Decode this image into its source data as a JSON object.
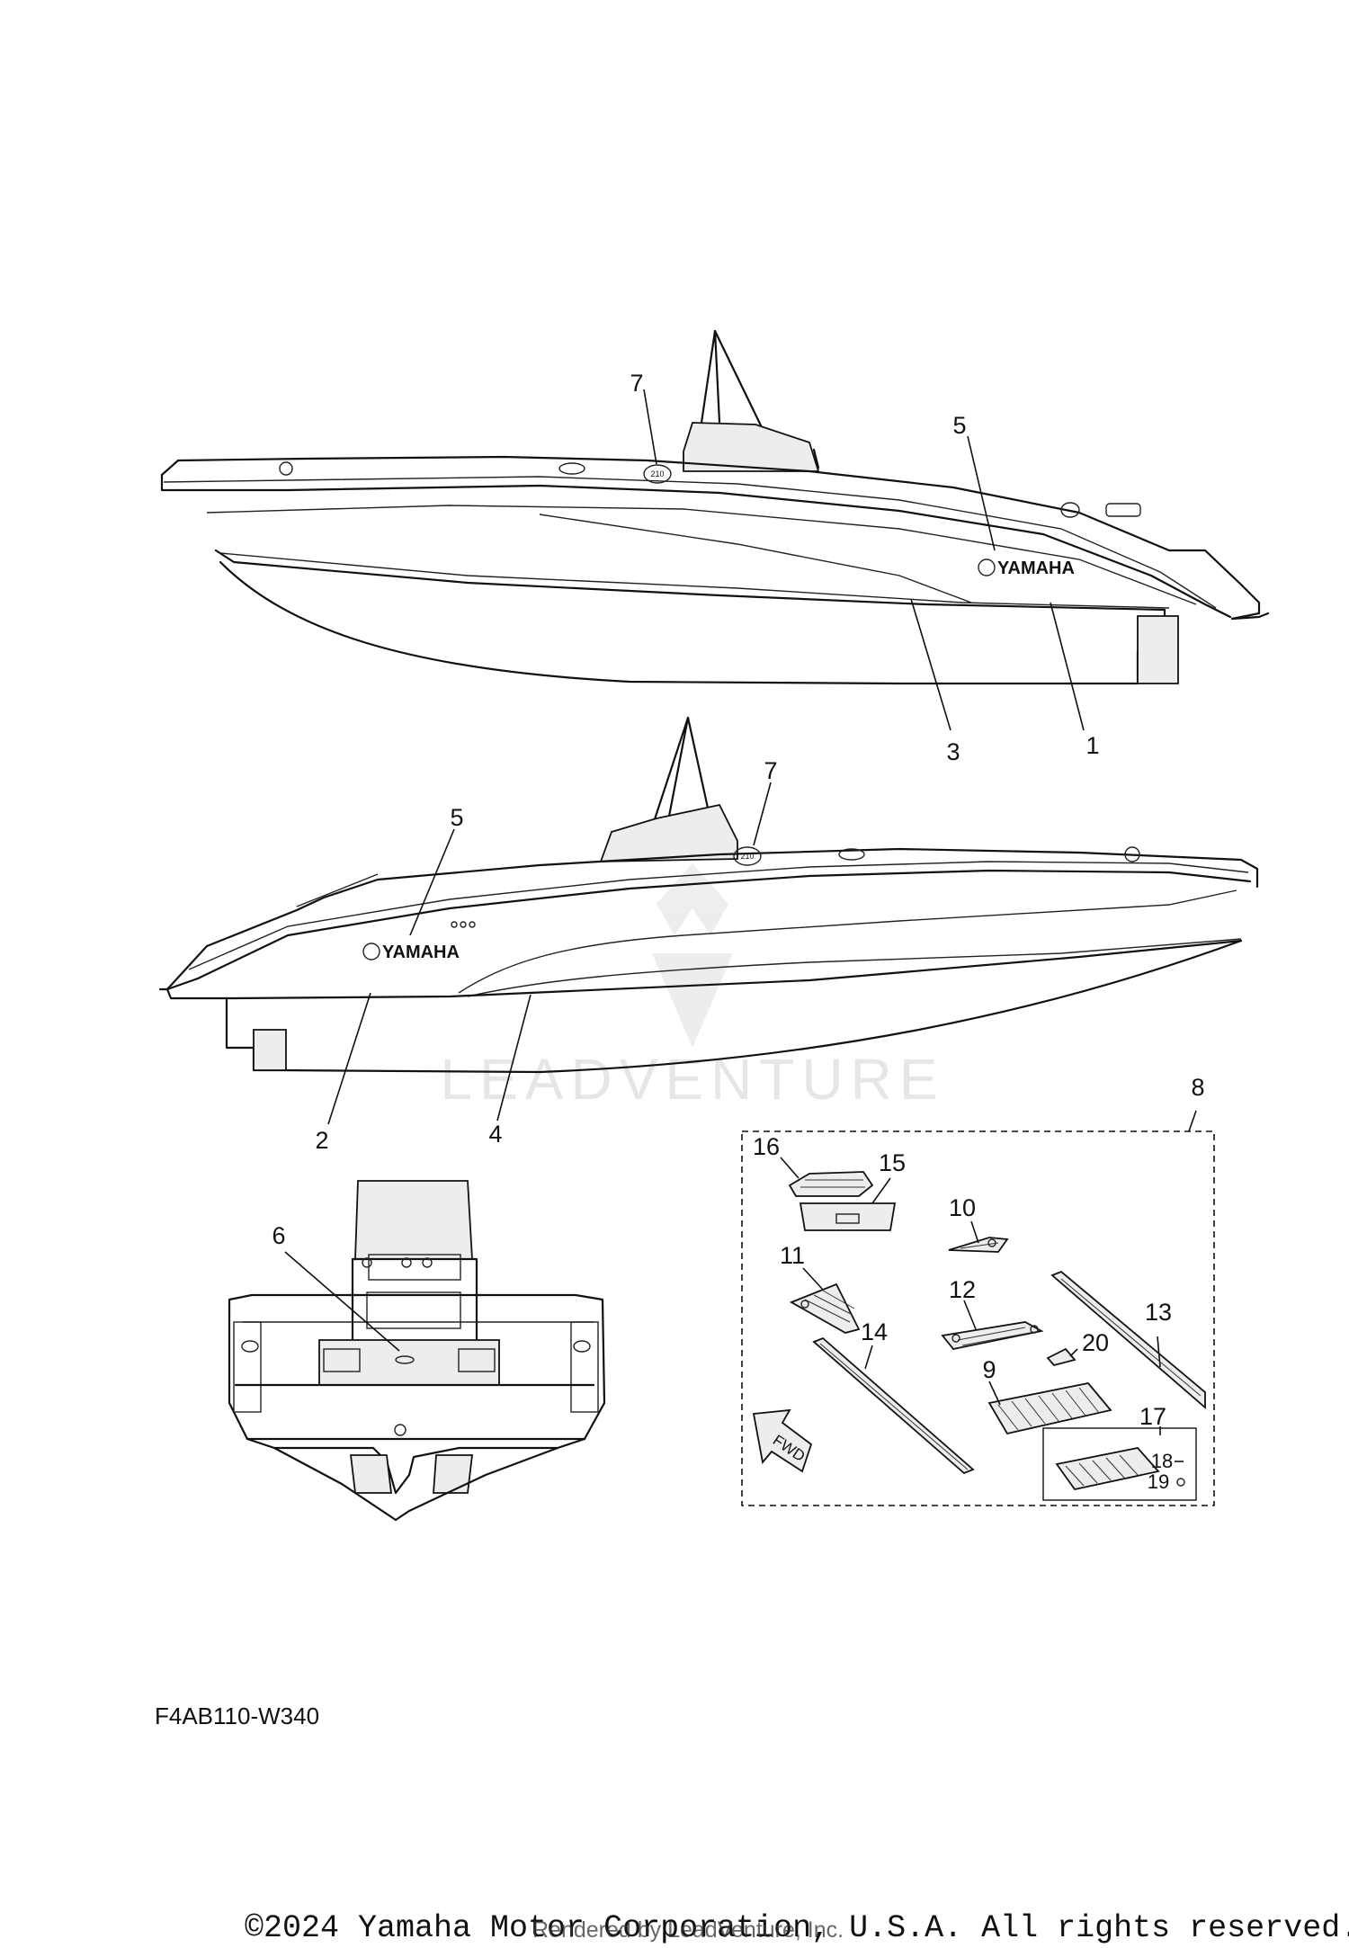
{
  "callouts": {
    "c1": "1",
    "c2": "2",
    "c3": "3",
    "c4": "4",
    "c5a": "5",
    "c5b": "5",
    "c6": "6",
    "c7a": "7",
    "c7b": "7",
    "c8": "8",
    "c9": "9",
    "c10": "10",
    "c11": "11",
    "c12": "12",
    "c13": "13",
    "c14": "14",
    "c15": "15",
    "c16": "16",
    "c17": "17",
    "c18": "18",
    "c19": "19",
    "c20": "20"
  },
  "decals": {
    "brand_top": "YAMAHA",
    "brand_bottom": "YAMAHA",
    "model_badge": "210",
    "fwd_arrow": "FWD"
  },
  "diagram_code": "F4AB110-W340",
  "watermark": "LEADVENTURE",
  "footer": {
    "copyright": "©2024 Yamaha Motor Corporation, U.S.A. All rights reserved.",
    "rendered_by": "Rendered by LeadVenture, Inc."
  }
}
